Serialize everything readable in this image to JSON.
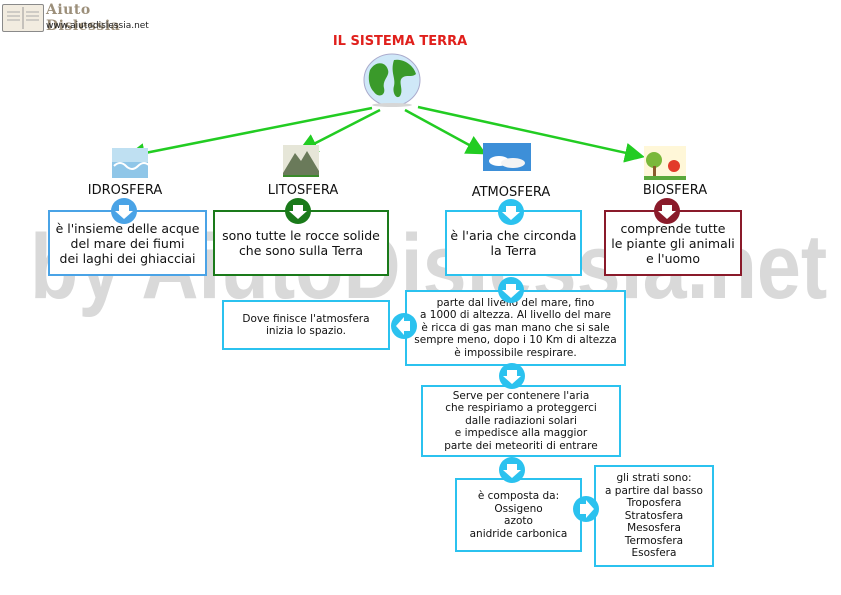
{
  "logo": {
    "title": "Aiuto Dislessia",
    "url": "www.aiutodislessia.net"
  },
  "watermark": "by AiutoDislessia.net",
  "title": "IL SISTEMA TERRA",
  "branches": [
    {
      "label": "IDROSFERA",
      "text": "è l'insieme delle acque\ndel mare dei fiumi\ndei laghi dei ghiacciai",
      "color": "#4aa3e6"
    },
    {
      "label": "LITOSFERA",
      "text": "sono tutte le rocce solide\nche sono sulla Terra",
      "color": "#1a7a1a"
    },
    {
      "label": "ATMOSFERA",
      "text": "è l'aria che circonda\nla Terra",
      "color": "#2bc2ef"
    },
    {
      "label": "BIOSFERA",
      "text": "comprende tutte\nle piante gli animali\ne l'uomo",
      "color": "#8a1a2a"
    }
  ],
  "atmosphere": {
    "side_note": "Dove finisce l'atmosfera\ninizia lo spazio.",
    "extent": "parte dal livello del mare, fino\na 1000 di altezza. Al livello del mare\nè ricca di gas man mano che si sale\nsempre meno, dopo i 10 Km di altezza\nè impossibile respirare.",
    "purpose": "Serve per contenere l'aria\nche respiriamo a proteggerci\ndalle radiazioni solari\ne impedisce alla maggior\nparte dei meteoriti di entrare",
    "composition": "è composta da:\nOssigeno\nazoto\nanidride carbonica",
    "layers": "gli strati sono:\na partire dal basso\nTroposfera\nStratosfera\nMesosfera\nTermosfera\nEsosfera"
  },
  "colors": {
    "title": "#e0201c",
    "arrow_green": "#22cc22",
    "cyan": "#2bc2ef"
  }
}
